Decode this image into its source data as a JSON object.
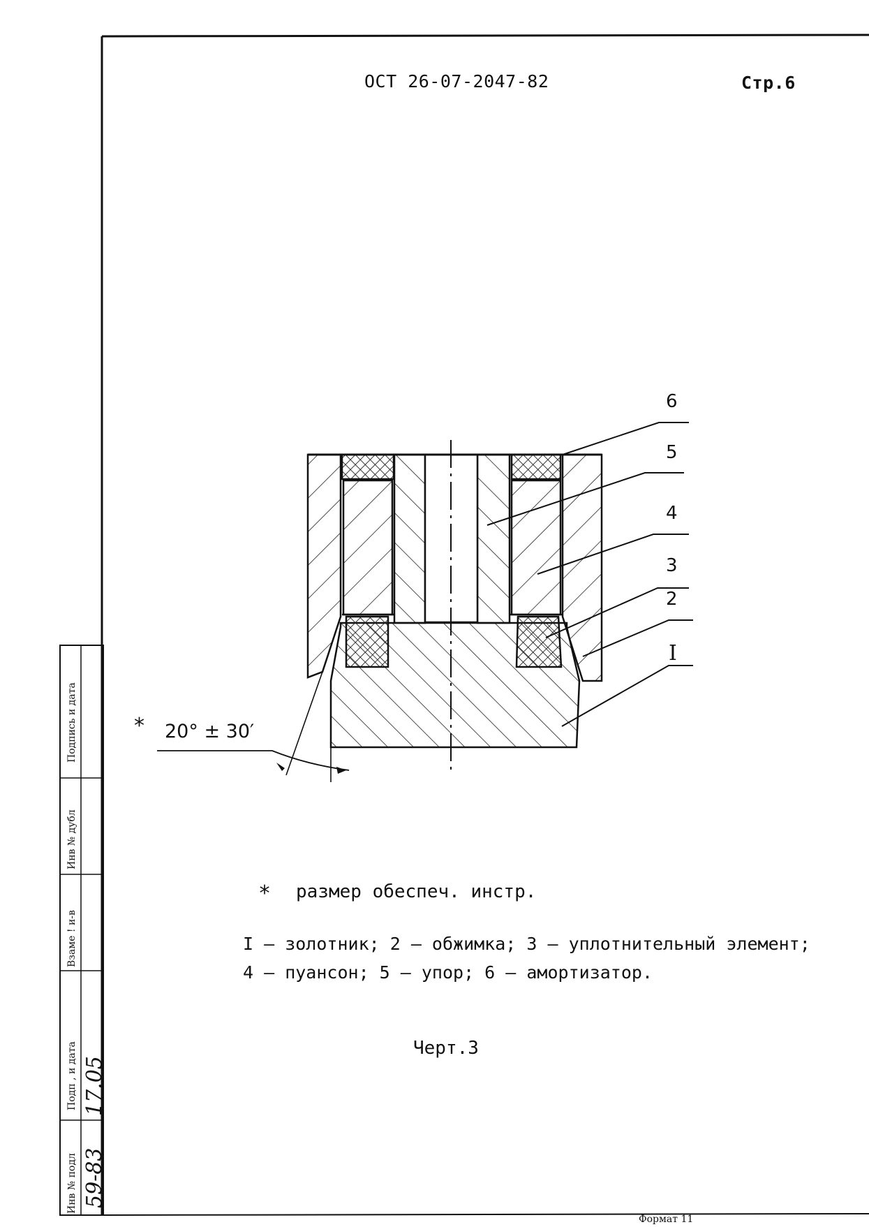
{
  "header": {
    "doc_code": "ОСТ 26-07-2047-82",
    "page_label": "Стр.6"
  },
  "drawing": {
    "part_numbers": [
      "6",
      "5",
      "4",
      "3",
      "2",
      "I"
    ],
    "angle_note_mark": "*",
    "angle_value": "20° ± 30′"
  },
  "notes": {
    "asterisk_symbol": "*",
    "asterisk_text": "размер обеспеч. инстр.",
    "legend_line1": "I – золотник; 2 – обжимка; 3 – уплотнительный элемент;",
    "legend_line2": "4 – пуансон; 5 – упор; 6 – амортизатор.",
    "figure_caption": "Черт.3"
  },
  "side_stamp": {
    "labels": [
      "Инв № подл",
      "Подп , и дата",
      "Взаме ! и-в",
      "Инв № дубл",
      "Подпись и дата"
    ],
    "inv_no_value": "59-83",
    "date_value": "17.05"
  },
  "footer": {
    "format_label": "Формат 11"
  }
}
